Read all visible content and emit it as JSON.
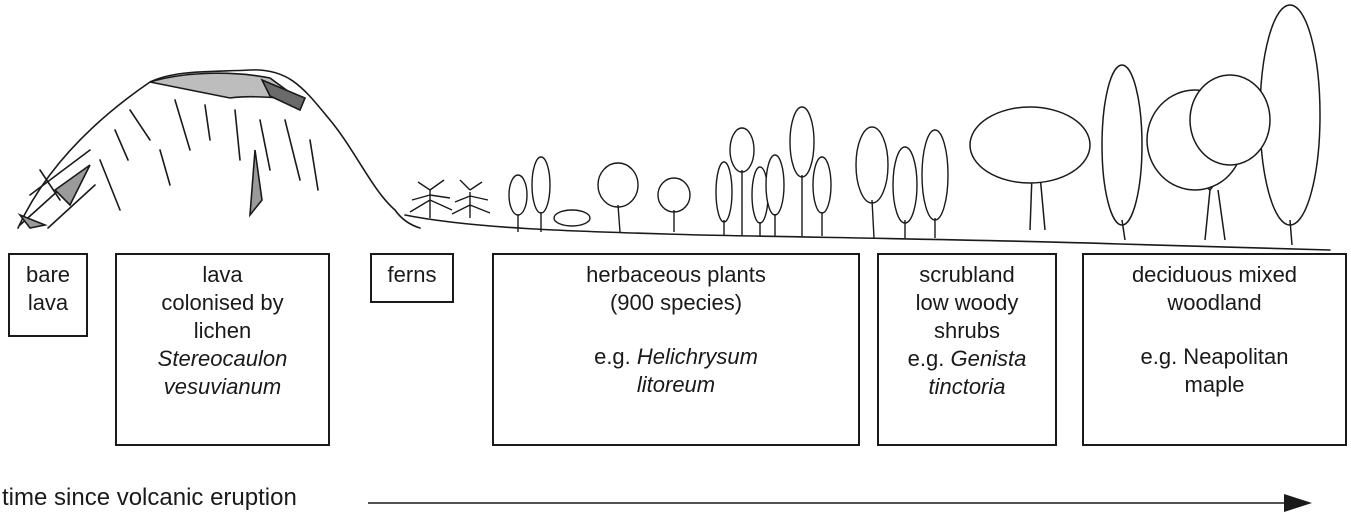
{
  "stages": [
    {
      "id": "bare-lava",
      "lines": [
        [
          {
            "t": "bare"
          }
        ],
        [
          {
            "t": "lava"
          }
        ]
      ]
    },
    {
      "id": "lichen",
      "lines": [
        [
          {
            "t": "lava"
          }
        ],
        [
          {
            "t": "colonised by"
          }
        ],
        [
          {
            "t": "lichen"
          }
        ],
        [
          {
            "t": "Stereocaulon",
            "i": true
          }
        ],
        [
          {
            "t": "vesuvianum",
            "i": true
          }
        ]
      ]
    },
    {
      "id": "ferns",
      "lines": [
        [
          {
            "t": "ferns"
          }
        ]
      ]
    },
    {
      "id": "herbaceous",
      "lines": [
        [
          {
            "t": "herbaceous plants"
          }
        ],
        [
          {
            "t": "(900 species)"
          }
        ],
        [
          {
            "t": "e.g. "
          },
          {
            "t": "Helichrysum",
            "i": true
          }
        ],
        [
          {
            "t": "litoreum",
            "i": true
          }
        ]
      ],
      "gapBefore": 2
    },
    {
      "id": "scrubland",
      "lines": [
        [
          {
            "t": "scrubland"
          }
        ],
        [
          {
            "t": "low woody"
          }
        ],
        [
          {
            "t": "shrubs"
          }
        ],
        [
          {
            "t": "e.g. "
          },
          {
            "t": "Genista",
            "i": true
          }
        ],
        [
          {
            "t": "tinctoria",
            "i": true
          }
        ]
      ]
    },
    {
      "id": "woodland",
      "lines": [
        [
          {
            "t": "deciduous mixed"
          }
        ],
        [
          {
            "t": "woodland"
          }
        ],
        [
          {
            "t": "e.g. Neapolitan"
          }
        ],
        [
          {
            "t": "maple"
          }
        ]
      ],
      "gapBefore": 2
    }
  ],
  "axis": {
    "label": "time since volcanic eruption"
  }
}
